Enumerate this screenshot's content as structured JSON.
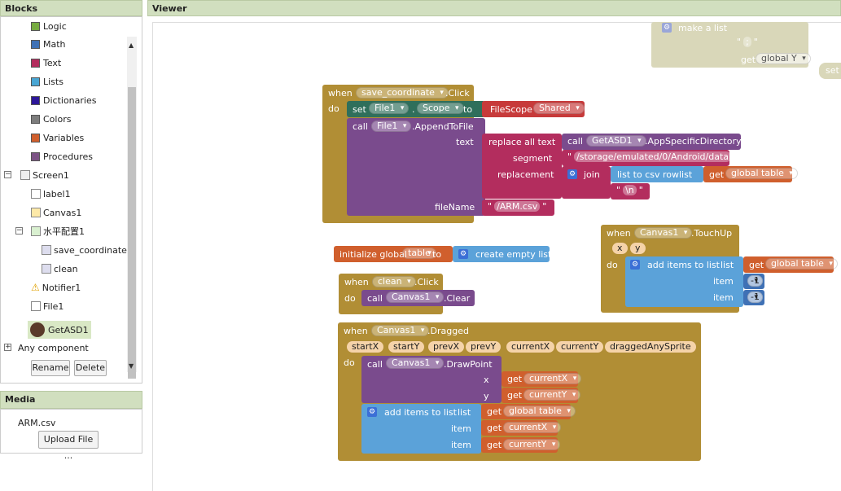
{
  "blocks_panel": {
    "title": "Blocks",
    "builtin": [
      {
        "label": "Logic",
        "icon": "logic-icon",
        "color": "#77ab41"
      },
      {
        "label": "Math",
        "icon": "math-icon",
        "color": "#3f71b5"
      },
      {
        "label": "Text",
        "icon": "text-icon",
        "color": "#b32d5e"
      },
      {
        "label": "Lists",
        "icon": "lists-icon",
        "color": "#49a6d4"
      },
      {
        "label": "Dictionaries",
        "icon": "dictionaries-icon",
        "color": "#2d1799"
      },
      {
        "label": "Colors",
        "icon": "colors-icon",
        "color": "#7d7d7d"
      },
      {
        "label": "Variables",
        "icon": "variables-icon",
        "color": "#d05f2d"
      },
      {
        "label": "Procedures",
        "icon": "procedures-icon",
        "color": "#7c5385"
      }
    ],
    "components": {
      "screen": "Screen1",
      "label": "label1",
      "canvas": "Canvas1",
      "arrangement": "水平配置1",
      "btn1": "save_coordinate",
      "btn2": "clean",
      "notifier": "Notifier1",
      "file": "File1",
      "asd": "GetASD1",
      "any": "Any component"
    },
    "rename": "Rename",
    "delete": "Delete"
  },
  "media_panel": {
    "title": "Media",
    "file": "ARM.csv",
    "upload": "Upload File ..."
  },
  "viewer": {
    "title": "Viewer"
  },
  "workspace": {
    "ghost": {
      "make_list": "make a list",
      "str": ";",
      "get": "get",
      "var": "global Y",
      "set": "set"
    },
    "save_click": {
      "when": "when",
      "component": "save_coordinate",
      "event": ".Click",
      "do": "do",
      "set": "set",
      "set_comp": "File1",
      "dot": ".",
      "prop": "Scope",
      "to": "to",
      "filescope": "FileScope",
      "scope_val": "Shared",
      "call": "call",
      "call_comp": "File1",
      "method": ".AppendToFile",
      "text_lbl": "text",
      "replace": "replace all text",
      "asd_call": "call",
      "asd_comp": "GetASD1",
      "asd_method": ".AppSpecificDirectory",
      "segment_lbl": "segment",
      "segment_val": "/storage/emulated/0/Android/data",
      "replacement_lbl": "replacement",
      "join": "join",
      "csv_row": "list to csv row",
      "list_lbl": "list",
      "get": "get",
      "table": "global table",
      "newline": "\\n",
      "filename_lbl": "fileName",
      "filename_val": "/ARM.csv"
    },
    "init": {
      "label": "initialize global",
      "name": "table",
      "to": "to",
      "create": "create empty list"
    },
    "touchup": {
      "when": "when",
      "component": "Canvas1",
      "event": ".TouchUp",
      "p1": "x",
      "p2": "y",
      "do": "do",
      "add": "add items to list",
      "list_lbl": "list",
      "get": "get",
      "table": "global table",
      "item": "item",
      "v1": "-1",
      "v2": "-1"
    },
    "clean_click": {
      "when": "when",
      "component": "clean",
      "event": ".Click",
      "do": "do",
      "call": "call",
      "comp": "Canvas1",
      "method": ".Clear"
    },
    "dragged": {
      "when": "when",
      "component": "Canvas1",
      "event": ".Dragged",
      "params": [
        "startX",
        "startY",
        "prevX",
        "prevY",
        "currentX",
        "currentY",
        "draggedAnySprite"
      ],
      "do": "do",
      "call": "call",
      "comp": "Canvas1",
      "method": ".DrawPoint",
      "x_lbl": "x",
      "y_lbl": "y",
      "get": "get",
      "cx": "currentX",
      "cy": "currentY",
      "add": "add items to list",
      "list_lbl": "list",
      "table": "global table",
      "item": "item"
    }
  }
}
